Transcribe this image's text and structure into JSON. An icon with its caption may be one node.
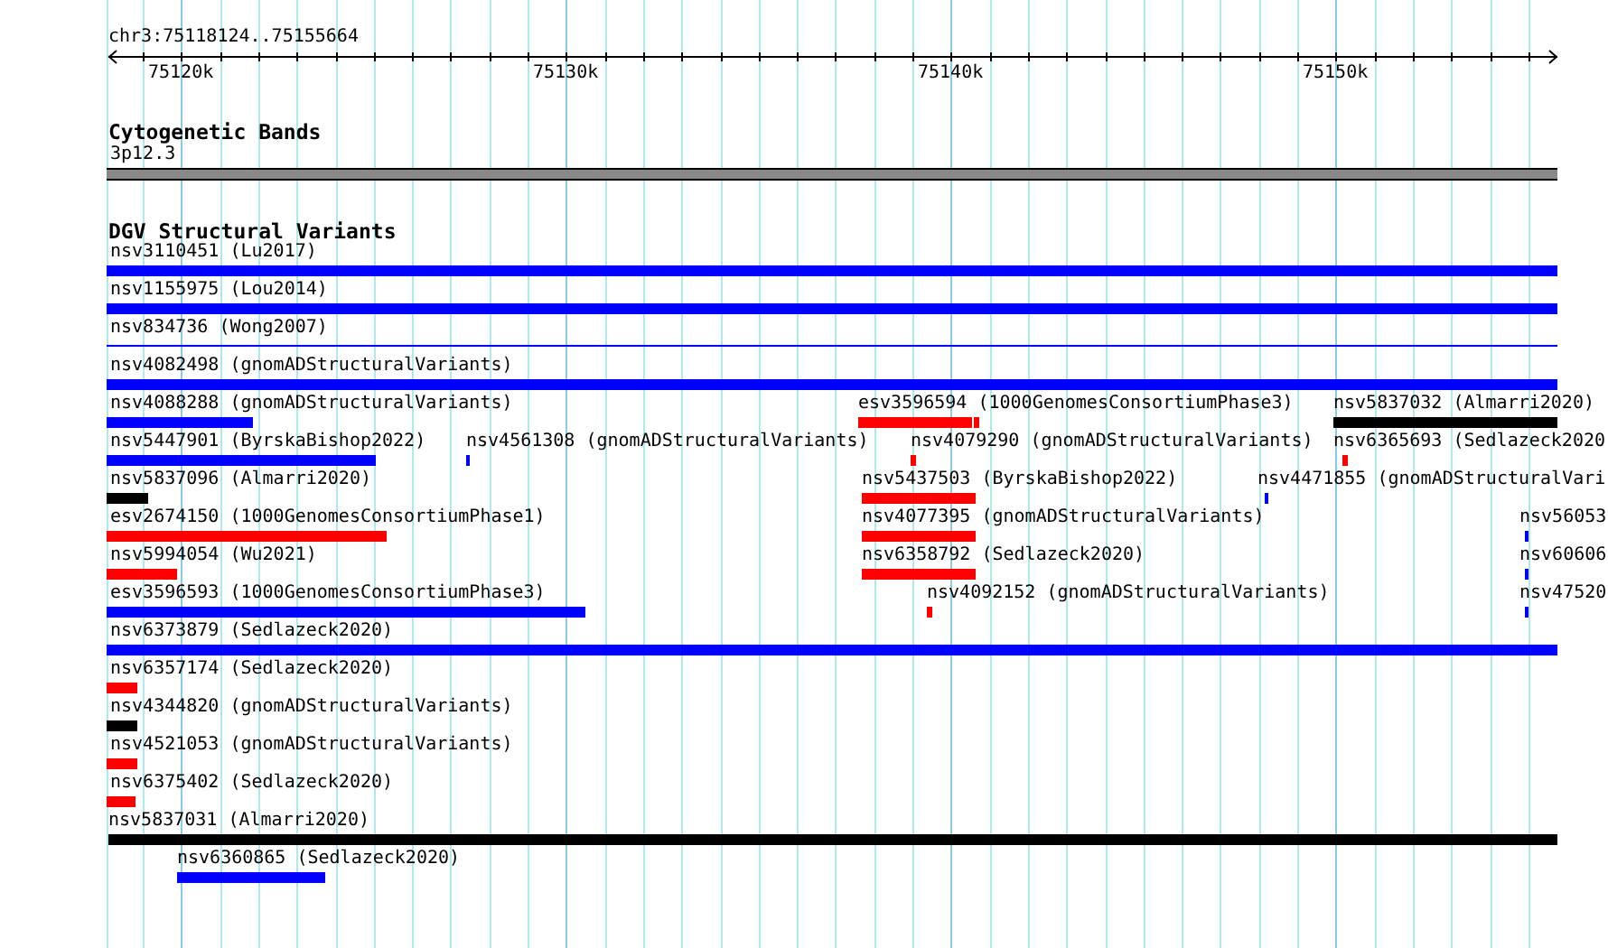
{
  "diagram": {
    "nodes": [
      {
        "text": [
          "3p12.3"
        ]
      },
      {
        "text": [
          "nsv3110451 (Lu2017)"
        ]
      },
      {
        "text": [
          "nsv1155975 (Lou2014)"
        ]
      },
      {
        "text": [
          "nsv834736 (Wong2007)"
        ]
      },
      {
        "text": [
          "nsv4082498 (gnomADStructuralVariants)"
        ]
      },
      {
        "text": [
          "nsv4088288 (gnomADStructuralVariants)"
        ]
      },
      {
        "text": [
          "esv3596594 (1000GenomesConsortiumPhase3)"
        ]
      },
      {
        "text": [
          "nsv5837032 (Almarri2020)"
        ]
      },
      {
        "text": [
          "nsv5447901 (ByrskaBishop2022)"
        ]
      },
      {
        "text": [
          "nsv4561308 (gnomADStructuralVariants)"
        ]
      },
      {
        "text": [
          "nsv4079290 (gnomADStructuralVariants)"
        ]
      },
      {
        "text": [
          "nsv6365693 (Sedlazeck2020"
        ]
      },
      {
        "text": [
          "nsv5837096 (Almarri2020)"
        ]
      },
      {
        "text": [
          "nsv5437503 (ByrskaBishop2022)"
        ]
      },
      {
        "text": [
          "nsv4471855 (gnomADStructuralVari"
        ]
      },
      {
        "text": [
          "esv2674150 (1000GenomesConsortiumPhase1)"
        ]
      },
      {
        "text": [
          "nsv4077395 (gnomADStructuralVariants)"
        ]
      },
      {
        "text": [
          "nsv56053"
        ]
      },
      {
        "text": [
          "nsv5994054 (Wu2021)"
        ]
      },
      {
        "text": [
          "nsv6358792 (Sedlazeck2020)"
        ]
      },
      {
        "text": [
          "nsv60606"
        ]
      },
      {
        "text": [
          "esv3596593 (1000GenomesConsortiumPhase3)"
        ]
      },
      {
        "text": [
          "nsv4092152 (gnomADStructuralVariants)"
        ]
      },
      {
        "text": [
          "nsv47520"
        ]
      },
      {
        "text": [
          "nsv6373879 (Sedlazeck2020)"
        ]
      },
      {
        "text": [
          "nsv6357174 (Sedlazeck2020)"
        ]
      },
      {
        "text": [
          "nsv4344820 (gnomADStructuralVariants)"
        ]
      },
      {
        "text": [
          "nsv4521053 (gnomADStructuralVariants)"
        ]
      },
      {
        "text": [
          "nsv6375402 (Sedlazeck2020)"
        ]
      },
      {
        "text": [
          "nsv5837031 (Almarri2020)"
        ]
      },
      {
        "text": [
          "nsv6360865 (Sedlazeck2020)"
        ]
      }
    ],
    "labels": [
      "chr3:75118124..75155664",
      "75120k",
      "75130k",
      "75140k",
      "75150k",
      "Cytogenetic Bands",
      "DGV Structural Variants"
    ]
  }
}
